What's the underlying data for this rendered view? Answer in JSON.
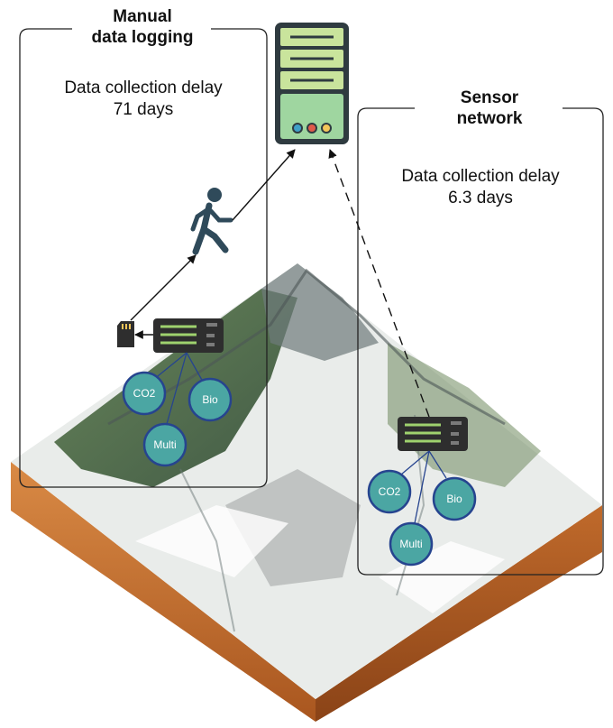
{
  "manual": {
    "title_line1": "Manual",
    "title_line2": "data logging",
    "delay_label": "Data collection delay",
    "delay_value": "71 days"
  },
  "sensor": {
    "title_line1": "Sensor",
    "title_line2": "network",
    "delay_label": "Data collection delay",
    "delay_value": "6.3 days"
  },
  "nodes_left": [
    "CO2",
    "Bio",
    "Multi"
  ],
  "nodes_right": [
    "CO2",
    "Bio",
    "Multi"
  ],
  "colors": {
    "node_fill": "#4ba6a3",
    "node_stroke": "#26448f",
    "logger_body": "#2e2e2e",
    "logger_lines": "#9fd26e",
    "server_top": "#c9e49c",
    "server_bottom": "#9fd6a0",
    "server_frame": "#2f3b40",
    "soil": "#c8702e"
  }
}
